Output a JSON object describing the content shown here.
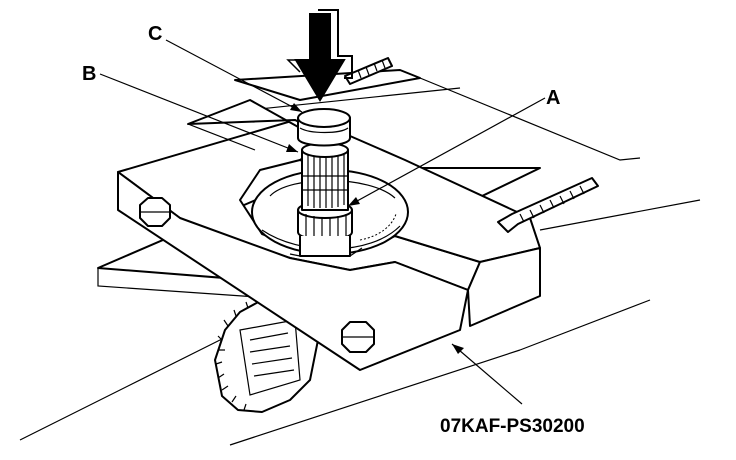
{
  "labels": {
    "a": "A",
    "b": "B",
    "c": "C",
    "tool_number": "07KAF-PS30200"
  },
  "colors": {
    "ink": "#000000",
    "background": "#ffffff",
    "shade": "#d9d9d9"
  }
}
